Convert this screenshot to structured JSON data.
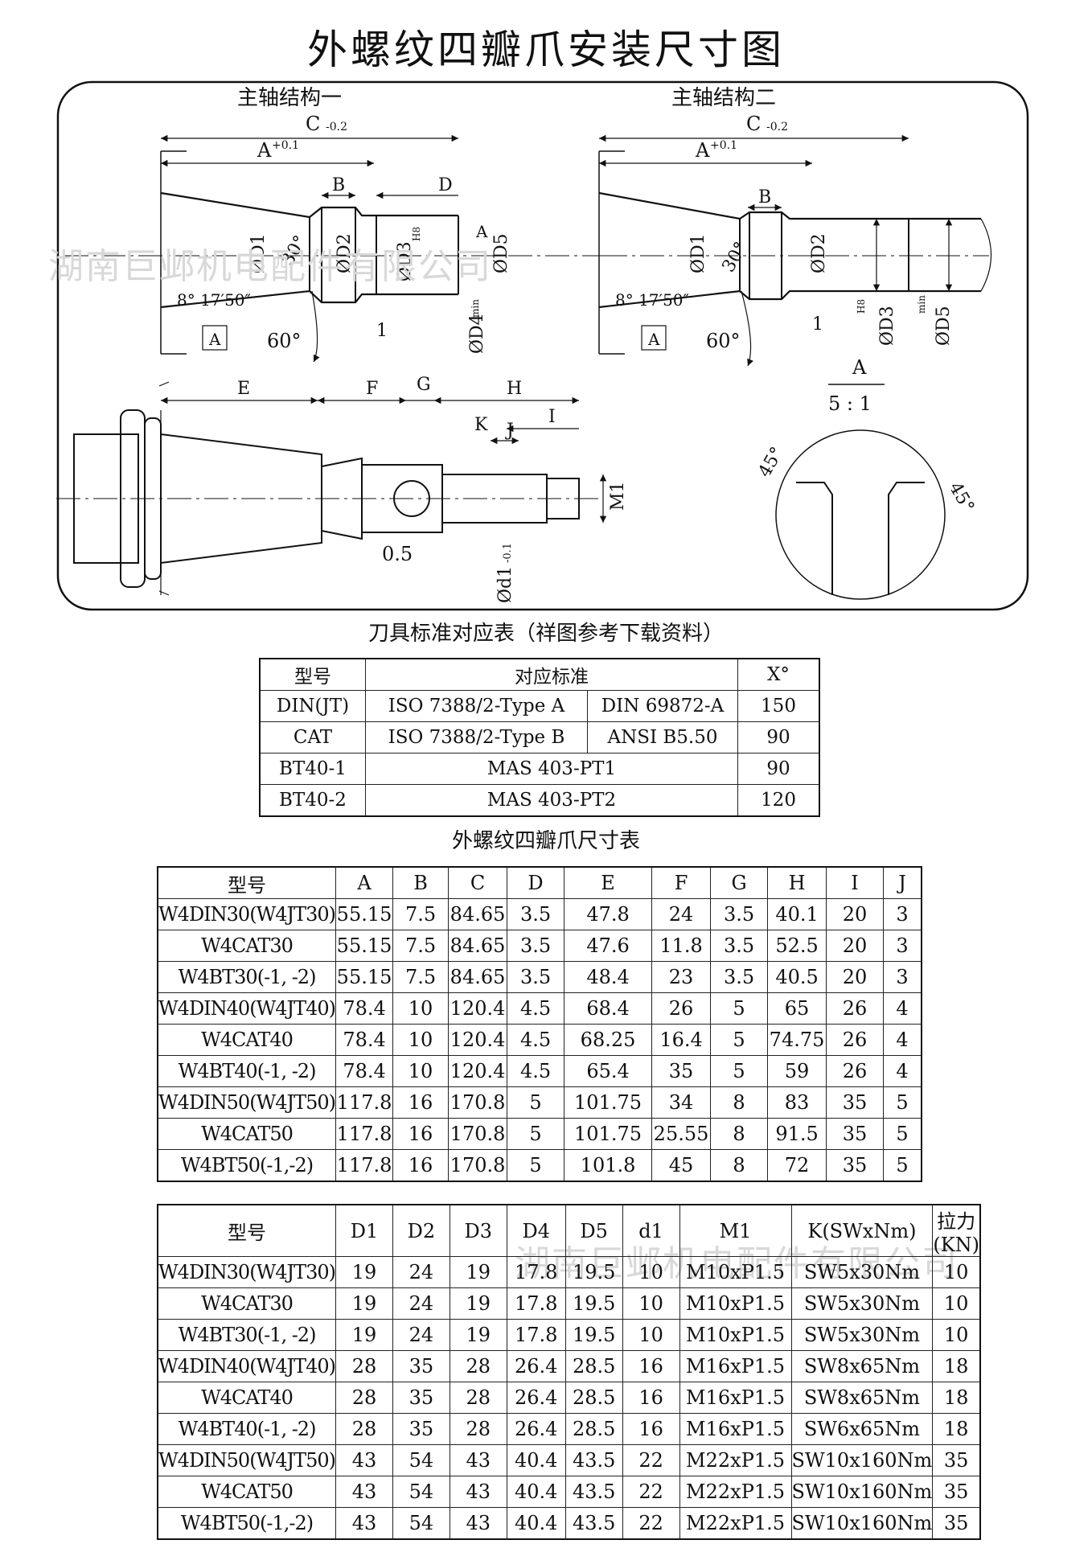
{
  "title": "外螺纹四瓣爪安装尺寸图",
  "watermark": "湖南巨邺机电配件有限公司",
  "drawing": {
    "spindle1_title": "主轴结构一",
    "spindle2_title": "主轴结构二",
    "labels": {
      "C": "C",
      "C_tol": "-0.2",
      "A": "A",
      "A_tol": "+0.1",
      "B": "B",
      "D": "D",
      "D1": "ØD1",
      "D2": "ØD2",
      "D3": "ØD3",
      "D3_tol": "H8",
      "D4": "ØD4",
      "D4_tol": "min",
      "D5": "ØD5",
      "D5_tol": "min",
      "angle30": "30°",
      "angle60": "60°",
      "taper": "8° 17′50″",
      "one": "1",
      "datumA": "A",
      "E": "E",
      "F": "F",
      "G": "G",
      "H": "H",
      "I": "I",
      "J": "J",
      "K": "K",
      "M1": "M1",
      "d1": "Ød1",
      "d1_tol": "-0.1",
      "half": "0.5",
      "detail_A": "A",
      "detail_scale": "5 : 1",
      "angle45": "45°"
    }
  },
  "table1": {
    "caption": "刀具标准对应表（祥图参考下载资料）",
    "headers": [
      "型号",
      "对应标准",
      "X°"
    ],
    "rows": [
      {
        "model": "DIN(JT)",
        "std1": "ISO 7388/2-Type A",
        "std2": "DIN 69872-A",
        "x": "150"
      },
      {
        "model": "CAT",
        "std1": "ISO 7388/2-Type B",
        "std2": "ANSI B5.50",
        "x": "90"
      },
      {
        "model": "BT40-1",
        "std": "MAS 403-PT1",
        "x": "90"
      },
      {
        "model": "BT40-2",
        "std": "MAS 403-PT2",
        "x": "120"
      }
    ]
  },
  "table2": {
    "caption": "外螺纹四瓣爪尺寸表",
    "headers": [
      "型号",
      "A",
      "B",
      "C",
      "D",
      "E",
      "F",
      "G",
      "H",
      "I",
      "J"
    ],
    "rows": [
      [
        "W4DIN30(W4JT30)",
        "55.15",
        "7.5",
        "84.65",
        "3.5",
        "47.8",
        "24",
        "3.5",
        "40.1",
        "20",
        "3"
      ],
      [
        "W4CAT30",
        "55.15",
        "7.5",
        "84.65",
        "3.5",
        "47.6",
        "11.8",
        "3.5",
        "52.5",
        "20",
        "3"
      ],
      [
        "W4BT30(-1, -2)",
        "55.15",
        "7.5",
        "84.65",
        "3.5",
        "48.4",
        "23",
        "3.5",
        "40.5",
        "20",
        "3"
      ],
      [
        "W4DIN40(W4JT40)",
        "78.4",
        "10",
        "120.4",
        "4.5",
        "68.4",
        "26",
        "5",
        "65",
        "26",
        "4"
      ],
      [
        "W4CAT40",
        "78.4",
        "10",
        "120.4",
        "4.5",
        "68.25",
        "16.4",
        "5",
        "74.75",
        "26",
        "4"
      ],
      [
        "W4BT40(-1, -2)",
        "78.4",
        "10",
        "120.4",
        "4.5",
        "65.4",
        "35",
        "5",
        "59",
        "26",
        "4"
      ],
      [
        "W4DIN50(W4JT50)",
        "117.8",
        "16",
        "170.8",
        "5",
        "101.75",
        "34",
        "8",
        "83",
        "35",
        "5"
      ],
      [
        "W4CAT50",
        "117.8",
        "16",
        "170.8",
        "5",
        "101.75",
        "25.55",
        "8",
        "91.5",
        "35",
        "5"
      ],
      [
        "W4BT50(-1,-2)",
        "117.8",
        "16",
        "170.8",
        "5",
        "101.8",
        "45",
        "8",
        "72",
        "35",
        "5"
      ]
    ]
  },
  "table3": {
    "headers": [
      "型号",
      "D1",
      "D2",
      "D3",
      "D4",
      "D5",
      "d1",
      "M1",
      "K(SWxNm)",
      "拉力(KN)"
    ],
    "rows": [
      [
        "W4DIN30(W4JT30)",
        "19",
        "24",
        "19",
        "17.8",
        "19.5",
        "10",
        "M10xP1.5",
        "SW5x30Nm",
        "10"
      ],
      [
        "W4CAT30",
        "19",
        "24",
        "19",
        "17.8",
        "19.5",
        "10",
        "M10xP1.5",
        "SW5x30Nm",
        "10"
      ],
      [
        "W4BT30(-1, -2)",
        "19",
        "24",
        "19",
        "17.8",
        "19.5",
        "10",
        "M10xP1.5",
        "SW5x30Nm",
        "10"
      ],
      [
        "W4DIN40(W4JT40)",
        "28",
        "35",
        "28",
        "26.4",
        "28.5",
        "16",
        "M16xP1.5",
        "SW8x65Nm",
        "18"
      ],
      [
        "W4CAT40",
        "28",
        "35",
        "28",
        "26.4",
        "28.5",
        "16",
        "M16xP1.5",
        "SW8x65Nm",
        "18"
      ],
      [
        "W4BT40(-1, -2)",
        "28",
        "35",
        "28",
        "26.4",
        "28.5",
        "16",
        "M16xP1.5",
        "SW6x65Nm",
        "18"
      ],
      [
        "W4DIN50(W4JT50)",
        "43",
        "54",
        "43",
        "40.4",
        "43.5",
        "22",
        "M22xP1.5",
        "SW10x160Nm",
        "35"
      ],
      [
        "W4CAT50",
        "43",
        "54",
        "43",
        "40.4",
        "43.5",
        "22",
        "M22xP1.5",
        "SW10x160Nm",
        "35"
      ],
      [
        "W4BT50(-1,-2)",
        "43",
        "54",
        "43",
        "40.4",
        "43.5",
        "22",
        "M22xP1.5",
        "SW10x160Nm",
        "35"
      ]
    ]
  }
}
